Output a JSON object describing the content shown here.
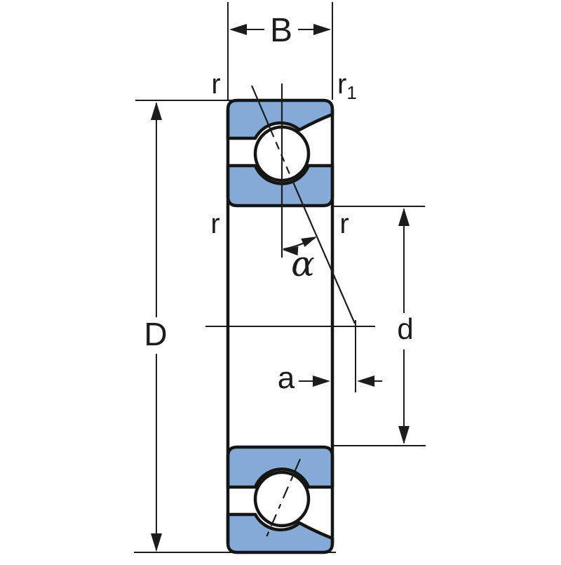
{
  "diagram": {
    "type": "technical-drawing",
    "subject": "Angular contact ball bearing cross-section",
    "dimensions": {
      "width": "B",
      "outside_diameter": "D",
      "bore_diameter": "d",
      "axial_distance": "a",
      "contact_angle": "α"
    },
    "radius_labels": {
      "outer_top_left": "r",
      "outer_top_right_main": "r",
      "outer_top_right_sub": "1",
      "inner_left": "r",
      "inner_right": "r"
    },
    "colors": {
      "ring_fill": "#85aad8",
      "line": "#1c1c1c",
      "background": "#ffffff"
    }
  }
}
